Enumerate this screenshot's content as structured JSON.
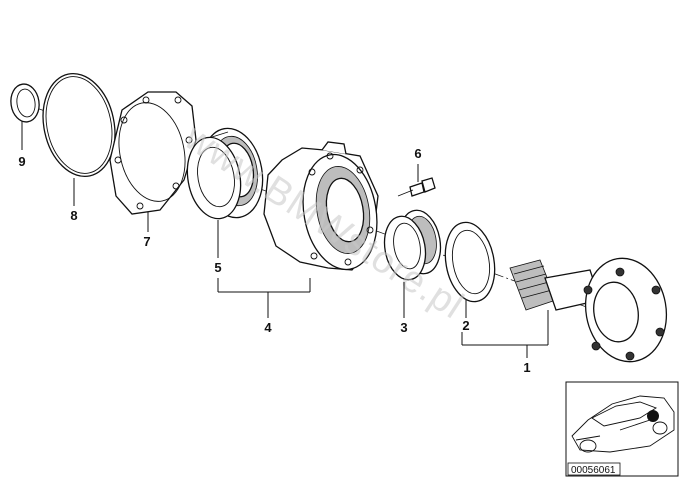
{
  "diagram": {
    "callouts": [
      {
        "id": "1",
        "text": "1"
      },
      {
        "id": "2",
        "text": "2"
      },
      {
        "id": "3",
        "text": "3"
      },
      {
        "id": "4",
        "text": "4"
      },
      {
        "id": "5",
        "text": "5"
      },
      {
        "id": "6",
        "text": "6"
      },
      {
        "id": "7",
        "text": "7"
      },
      {
        "id": "8",
        "text": "8"
      },
      {
        "id": "9",
        "text": "9"
      }
    ],
    "watermark": "www.BMWstore.pl",
    "diagram_code": "00056061"
  }
}
